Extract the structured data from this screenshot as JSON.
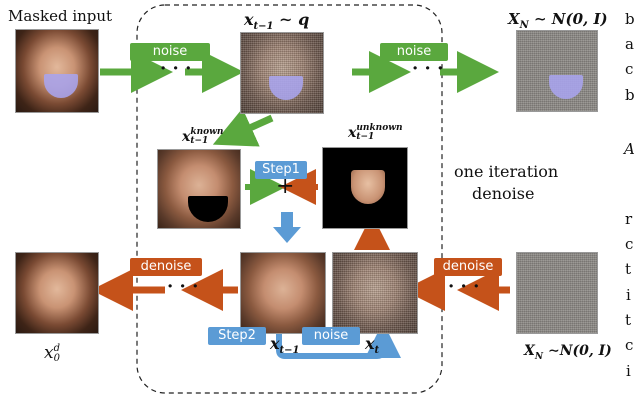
{
  "labels": {
    "masked_input": "Masked input",
    "one_iteration": "one iteration",
    "denoise_word": "denoise",
    "plus": "+",
    "ellipsis": "· · ·"
  },
  "math": {
    "xt1_q": "x",
    "xt1_q_sub": "t−1",
    "xt1_q_tail": " ∼ q",
    "xn_top": "X",
    "xn_top_sub": "N",
    "xn_top_tail": " ∼ N(0, I)",
    "known": "x",
    "known_sup": "known",
    "known_sub": "t−1",
    "unknown": "x",
    "unknown_sup": "unknown",
    "unknown_sub": "t−1",
    "x0d": "x",
    "x0d_sup": "d",
    "x0d_sub": "0",
    "xt1_bottom": "x",
    "xt1_bottom_sub": "t−1",
    "xt_bottom": "x",
    "xt_bottom_sub": "t",
    "xn_bottom": "X",
    "xn_bottom_sub": "N",
    "xn_bottom_tail": " ∼N(0, I)"
  },
  "chips": {
    "noise_left": "noise",
    "noise_right": "noise",
    "step1": "Step1",
    "denoise_left": "denoise",
    "denoise_right": "denoise",
    "step2": "Step2",
    "noise_bottom": "noise"
  },
  "colors": {
    "green": "#5aa83e",
    "orange": "#c5521a",
    "blue": "#5b9bd5",
    "mask": "#a9a4ee"
  },
  "right_margin_letters": [
    "b",
    "a",
    "c",
    "b",
    "A",
    "r",
    "c",
    "t",
    "i",
    "t",
    "c",
    "i"
  ]
}
